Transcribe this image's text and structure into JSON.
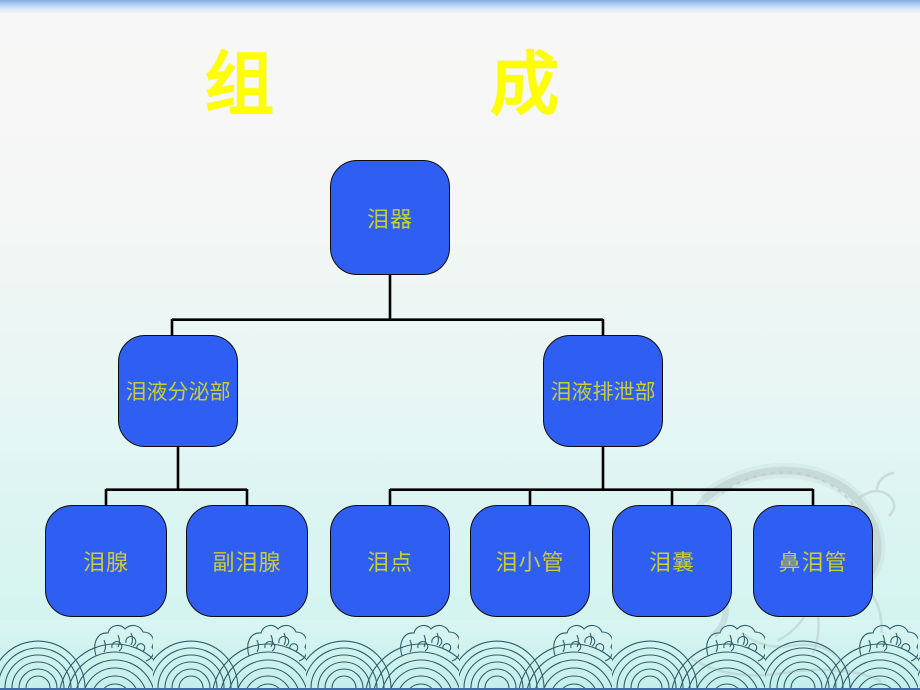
{
  "slide": {
    "title_chars": [
      "组",
      "成"
    ],
    "colors": {
      "node_fill": "#2e5ff2",
      "node_text": "#cccc33",
      "title_text": "#ffff00",
      "connector": "#000000",
      "wave_line": "#2d5f6b",
      "background_bottom": "#cef2ee"
    }
  },
  "chart_data": {
    "type": "tree",
    "root": {
      "label": "泪器"
    },
    "level2": [
      {
        "label": "泪液分泌部",
        "children_of": "泪器"
      },
      {
        "label": "泪液排泄部",
        "children_of": "泪器"
      }
    ],
    "level3": [
      {
        "label": "泪腺",
        "children_of": "泪液分泌部"
      },
      {
        "label": "副泪腺",
        "children_of": "泪液分泌部"
      },
      {
        "label": "泪点",
        "children_of": "泪液排泄部"
      },
      {
        "label": "泪小管",
        "children_of": "泪液排泄部"
      },
      {
        "label": "泪囊",
        "children_of": "泪液排泄部"
      },
      {
        "label": "鼻泪管",
        "children_of": "泪液排泄部"
      }
    ]
  }
}
